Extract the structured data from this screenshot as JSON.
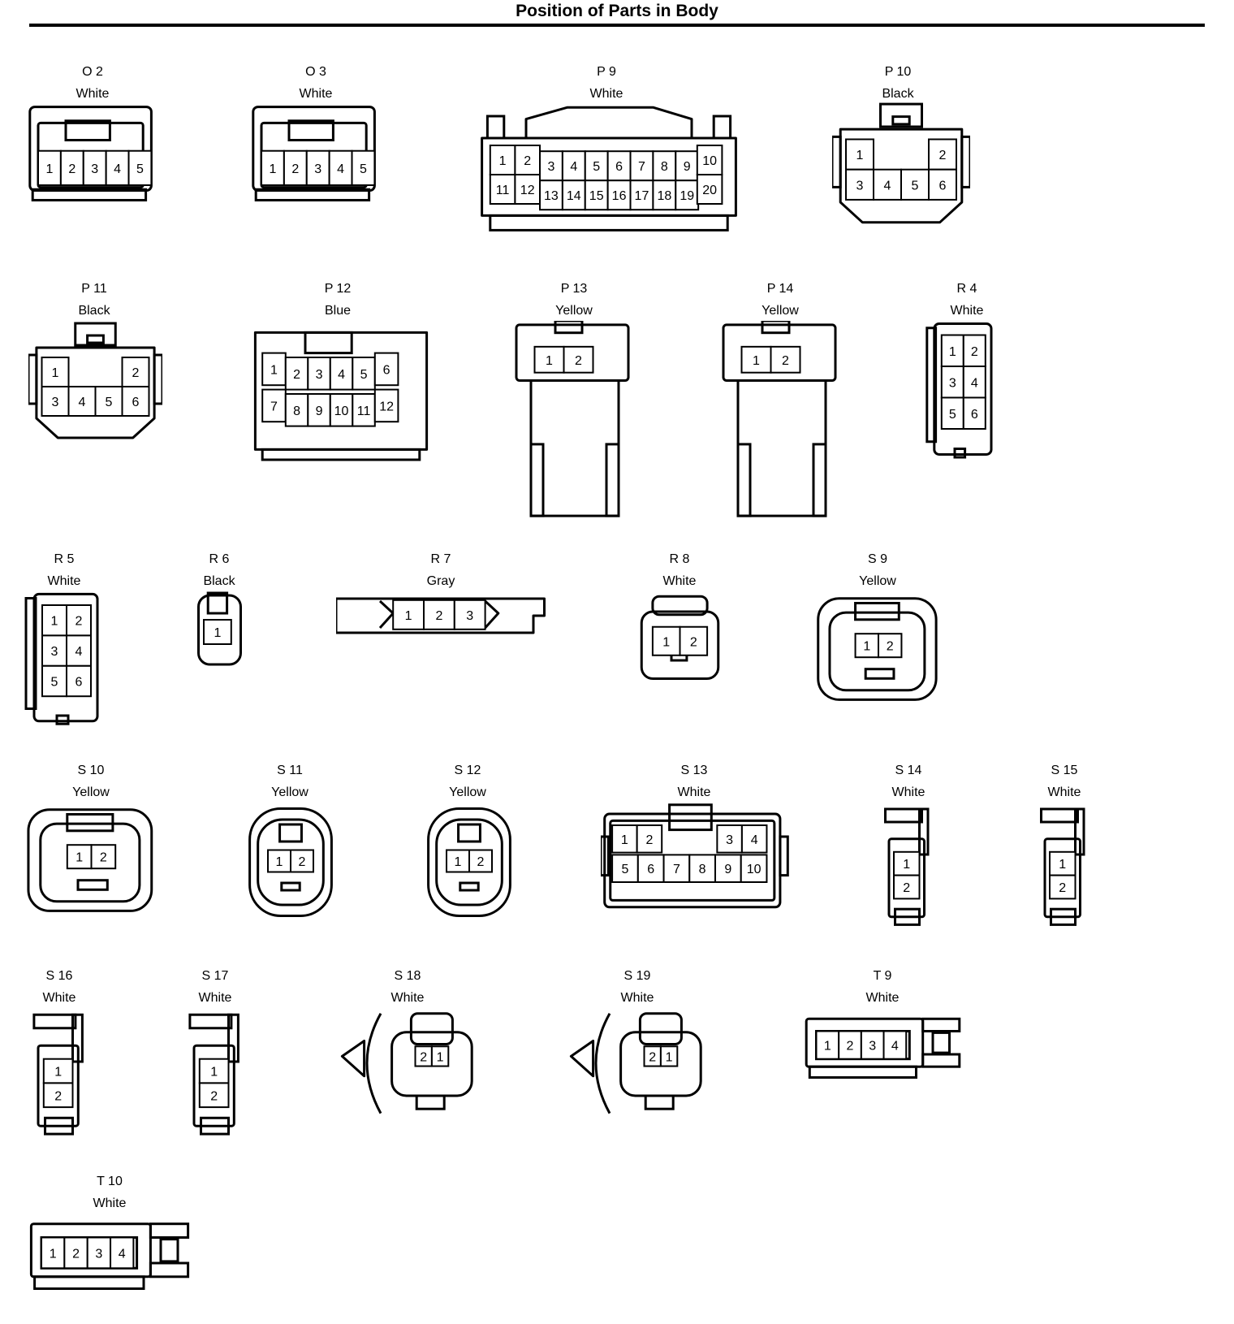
{
  "title": "Position of Parts in Body",
  "connectors": [
    {
      "id": "O 2",
      "color": "White",
      "pins": [
        "1",
        "2",
        "3",
        "4",
        "5"
      ]
    },
    {
      "id": "O 3",
      "color": "White",
      "pins": [
        "1",
        "2",
        "3",
        "4",
        "5"
      ]
    },
    {
      "id": "P 9",
      "color": "White",
      "pins": [
        "1",
        "2",
        "3",
        "4",
        "5",
        "6",
        "7",
        "8",
        "9",
        "10",
        "11",
        "12",
        "13",
        "14",
        "15",
        "16",
        "17",
        "18",
        "19",
        "20"
      ]
    },
    {
      "id": "P 10",
      "color": "Black",
      "pins": [
        "1",
        "2",
        "3",
        "4",
        "5",
        "6"
      ]
    },
    {
      "id": "P 11",
      "color": "Black",
      "pins": [
        "1",
        "2",
        "3",
        "4",
        "5",
        "6"
      ]
    },
    {
      "id": "P 12",
      "color": "Blue",
      "pins": [
        "1",
        "2",
        "3",
        "4",
        "5",
        "6",
        "7",
        "8",
        "9",
        "10",
        "11",
        "12"
      ]
    },
    {
      "id": "P 13",
      "color": "Yellow",
      "pins": [
        "1",
        "2"
      ]
    },
    {
      "id": "P 14",
      "color": "Yellow",
      "pins": [
        "1",
        "2"
      ]
    },
    {
      "id": "R 4",
      "color": "White",
      "pins": [
        "1",
        "2",
        "3",
        "4",
        "5",
        "6"
      ]
    },
    {
      "id": "R 5",
      "color": "White",
      "pins": [
        "1",
        "2",
        "3",
        "4",
        "5",
        "6"
      ]
    },
    {
      "id": "R 6",
      "color": "Black",
      "pins": [
        "1"
      ]
    },
    {
      "id": "R 7",
      "color": "Gray",
      "pins": [
        "1",
        "2",
        "3"
      ]
    },
    {
      "id": "R 8",
      "color": "White",
      "pins": [
        "1",
        "2"
      ]
    },
    {
      "id": "S 9",
      "color": "Yellow",
      "pins": [
        "1",
        "2"
      ]
    },
    {
      "id": "S 10",
      "color": "Yellow",
      "pins": [
        "1",
        "2"
      ]
    },
    {
      "id": "S 11",
      "color": "Yellow",
      "pins": [
        "1",
        "2"
      ]
    },
    {
      "id": "S 12",
      "color": "Yellow",
      "pins": [
        "1",
        "2"
      ]
    },
    {
      "id": "S 13",
      "color": "White",
      "pins": [
        "1",
        "2",
        "3",
        "4",
        "5",
        "6",
        "7",
        "8",
        "9",
        "10"
      ]
    },
    {
      "id": "S 14",
      "color": "White",
      "pins": [
        "1",
        "2"
      ]
    },
    {
      "id": "S 15",
      "color": "White",
      "pins": [
        "1",
        "2"
      ]
    },
    {
      "id": "S 16",
      "color": "White",
      "pins": [
        "1",
        "2"
      ]
    },
    {
      "id": "S 17",
      "color": "White",
      "pins": [
        "1",
        "2"
      ]
    },
    {
      "id": "S 18",
      "color": "White",
      "pins": [
        "2",
        "1"
      ]
    },
    {
      "id": "S 19",
      "color": "White",
      "pins": [
        "2",
        "1"
      ]
    },
    {
      "id": "T 9",
      "color": "White",
      "pins": [
        "1",
        "2",
        "3",
        "4"
      ]
    },
    {
      "id": "T 10",
      "color": "White",
      "pins": [
        "1",
        "2",
        "3",
        "4"
      ]
    }
  ]
}
